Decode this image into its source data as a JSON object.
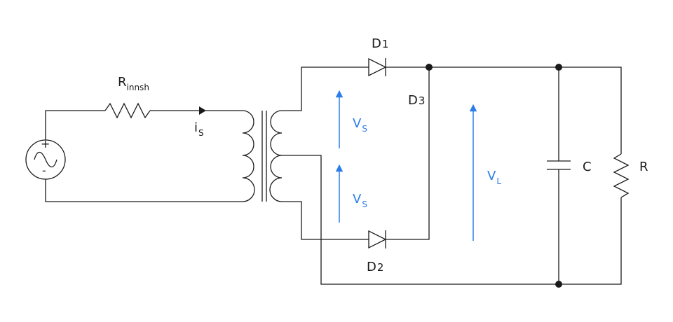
{
  "diagram": {
    "source": {
      "plus": "+",
      "minus": "-"
    },
    "resistor_in": {
      "label": "R",
      "sub": "innsh"
    },
    "current": {
      "label": "i",
      "sub": "S"
    },
    "diode1": {
      "label": "D",
      "sub": "1"
    },
    "diode2": {
      "label": "D",
      "sub": "2"
    },
    "diode3": {
      "label": "D",
      "sub": "3"
    },
    "vs_upper": {
      "label": "V",
      "sub": "S"
    },
    "vs_lower": {
      "label": "V",
      "sub": "S"
    },
    "vl": {
      "label": "V",
      "sub": "L"
    },
    "capacitor": {
      "label": "C"
    },
    "load": {
      "label": "R"
    },
    "colors": {
      "wire": "#1a1a1a",
      "accent": "#2b7de9"
    }
  }
}
